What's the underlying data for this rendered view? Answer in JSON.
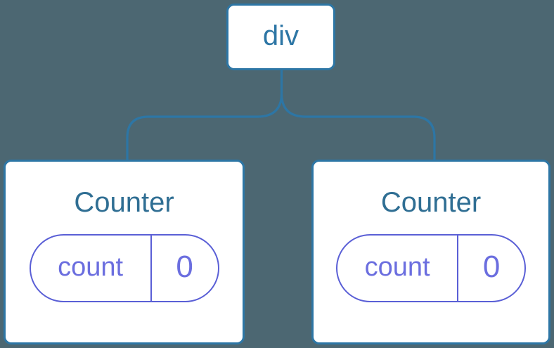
{
  "diagram": {
    "type": "component-tree",
    "root": {
      "label": "div"
    },
    "children": [
      {
        "title": "Counter",
        "state": [
          {
            "name": "count",
            "value": "0"
          }
        ]
      },
      {
        "title": "Counter",
        "state": [
          {
            "name": "count",
            "value": "0"
          }
        ]
      }
    ]
  },
  "colors": {
    "background": "#4C6772",
    "node_stroke": "#2D76A5",
    "root_label_text": "#2D76A5",
    "component_title_text": "#2F6E93",
    "state_pill_stroke": "#5A5FD6",
    "state_pill_text": "#6B6EDF",
    "card_background": "#FFFFFF"
  }
}
